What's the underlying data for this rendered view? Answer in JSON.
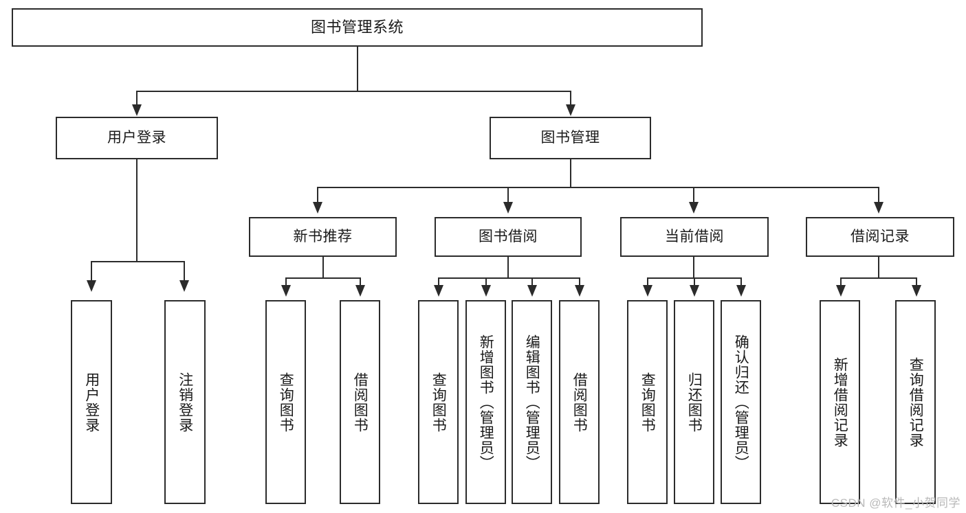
{
  "diagram": {
    "title": "图书管理系统",
    "type": "tree",
    "watermark": "CSDN @软件_小贺同学",
    "colors": {
      "stroke": "#2b2b2b",
      "fill": "#ffffff",
      "text": "#1a1a1a",
      "watermark": "#b9b9b9"
    },
    "levels": {
      "root": {
        "label": "图书管理系统"
      },
      "level2": [
        {
          "label": "用户登录"
        },
        {
          "label": "图书管理"
        }
      ],
      "level3": [
        {
          "label": "新书推荐"
        },
        {
          "label": "图书借阅"
        },
        {
          "label": "当前借阅"
        },
        {
          "label": "借阅记录"
        }
      ],
      "leaves": {
        "user_login": [
          {
            "label": "用户登录"
          },
          {
            "label": "注销登录"
          }
        ],
        "new_book": [
          {
            "label": "查询图书"
          },
          {
            "label": "借阅图书"
          }
        ],
        "book_borrow": [
          {
            "label": "查询图书"
          },
          {
            "label": "新增图书（管理员）"
          },
          {
            "label": "编辑图书（管理员）"
          },
          {
            "label": "借阅图书"
          }
        ],
        "current_borrow": [
          {
            "label": "查询图书"
          },
          {
            "label": "归还图书"
          },
          {
            "label": "确认归还（管理员）"
          }
        ],
        "borrow_record": [
          {
            "label": "新增借阅记录"
          },
          {
            "label": "查询借阅记录"
          }
        ]
      }
    }
  }
}
